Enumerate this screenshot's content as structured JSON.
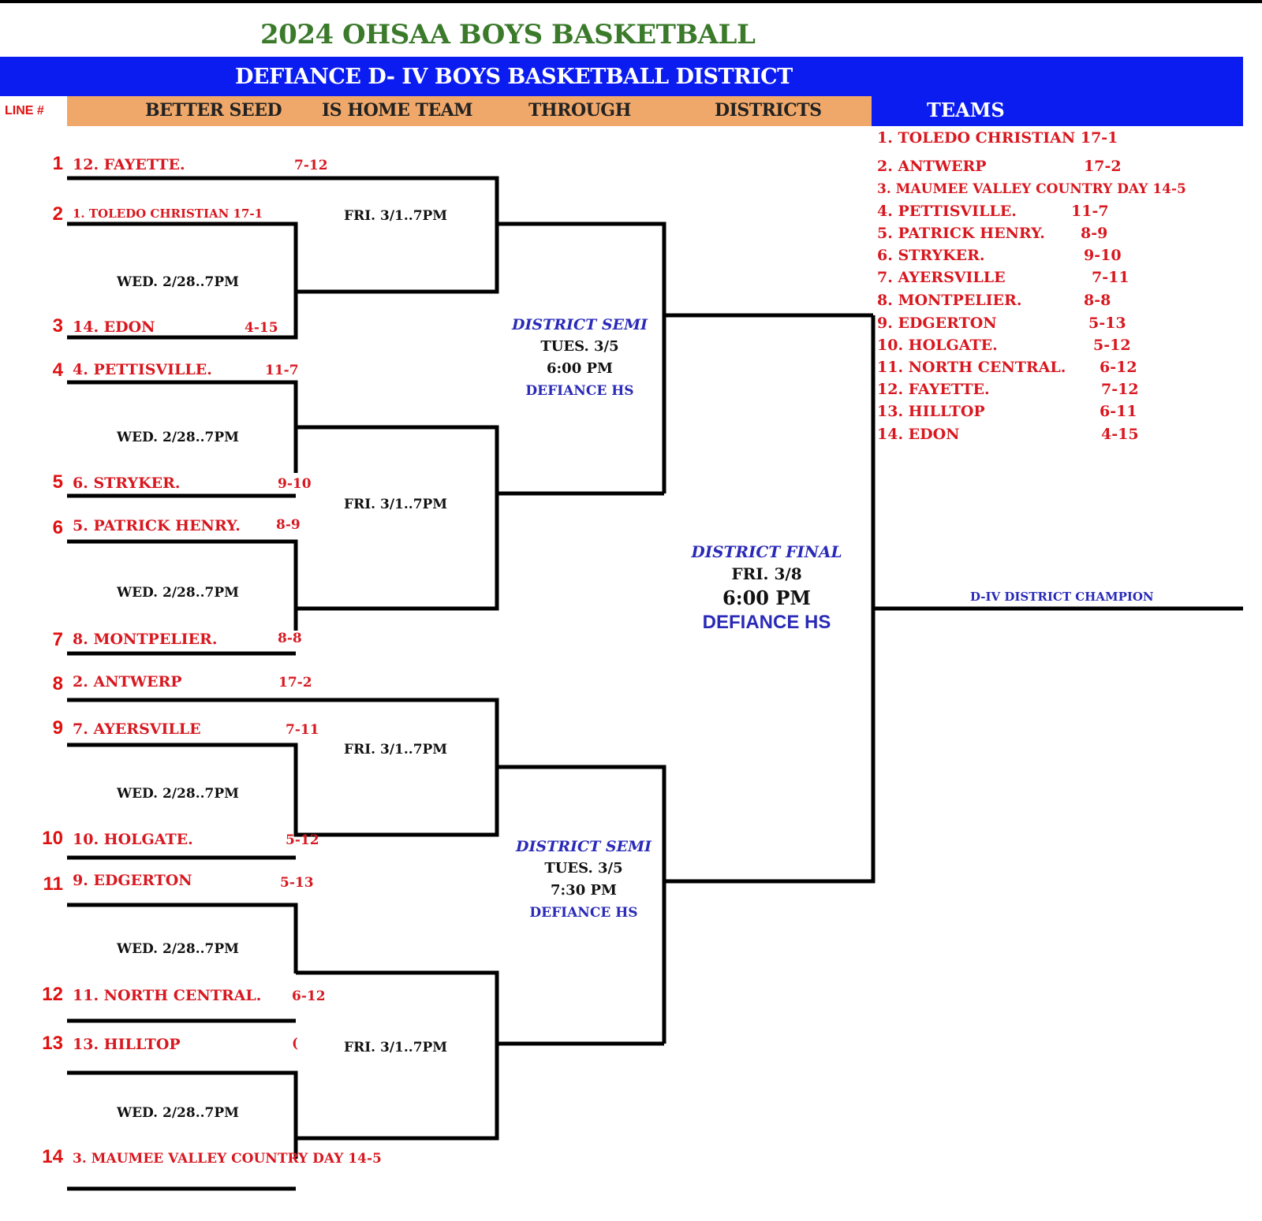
{
  "title": "2024 OHSAA  BOYS BASKETBALL",
  "subtitle": "DEFIANCE  D- IV  BOYS BASKETBALL DISTRICT",
  "header": {
    "line_label": "LINE #",
    "cols": [
      "BETTER SEED",
      "IS HOME TEAM",
      "THROUGH",
      "DISTRICTS"
    ],
    "teams_label": "TEAMS"
  },
  "lines": [
    {
      "num": "1",
      "team": "12.  FAYETTE.",
      "record": "7-12"
    },
    {
      "num": "2",
      "team": "1.  TOLEDO CHRISTIAN 17-1",
      "record": ""
    },
    {
      "num": "3",
      "team": "14.  EDON",
      "record": "4-15"
    },
    {
      "num": "4",
      "team": "4.  PETTISVILLE.",
      "record": "11-7"
    },
    {
      "num": "5",
      "team": "6.  STRYKER.",
      "record": "9-10"
    },
    {
      "num": "6",
      "team": "5.  PATRICK HENRY.",
      "record": "8-9"
    },
    {
      "num": "7",
      "team": "8.  MONTPELIER.",
      "record": "8-8"
    },
    {
      "num": "8",
      "team": "2.  ANTWERP",
      "record": "17-2"
    },
    {
      "num": "9",
      "team": "7.  AYERSVILLE",
      "record": "7-11"
    },
    {
      "num": "10",
      "team": "10. HOLGATE.",
      "record": "5-12"
    },
    {
      "num": "11",
      "team": "9.  EDGERTON",
      "record": "5-13"
    },
    {
      "num": "12",
      "team": "11.  NORTH CENTRAL.",
      "record": "6-12"
    },
    {
      "num": "13",
      "team": "13.  HILLTOP",
      "record": "("
    },
    {
      "num": "14",
      "team": "3.  MAUMEE VALLEY COUNTRY DAY  14-5",
      "record": ""
    }
  ],
  "games": {
    "wed": "WED. 2/28..7PM",
    "fri": "FRI. 3/1..7PM"
  },
  "semi1": {
    "title": "DISTRICT SEMI",
    "date": "TUES. 3/5",
    "time": "6:00 PM",
    "venue": "DEFIANCE HS"
  },
  "semi2": {
    "title": "DISTRICT SEMI",
    "date": "TUES. 3/5",
    "time": "7:30 PM",
    "venue": "DEFIANCE HS"
  },
  "final": {
    "title": "DISTRICT FINAL",
    "date": "FRI. 3/8",
    "time": "6:00 PM",
    "venue": "DEFIANCE HS"
  },
  "champion_label": "D-IV DISTRICT CHAMPION",
  "teams": [
    {
      "name": "1.  TOLEDO CHRISTIAN",
      "record": "17-1"
    },
    {
      "name": "2.  ANTWERP",
      "record": "17-2"
    },
    {
      "name": "3.  MAUMEE VALLEY COUNTRY DAY",
      "record": "14-5"
    },
    {
      "name": "4.  PETTISVILLE.",
      "record": "11-7"
    },
    {
      "name": "5.  PATRICK HENRY.",
      "record": "8-9"
    },
    {
      "name": "6.  STRYKER.",
      "record": "9-10"
    },
    {
      "name": "7.  AYERSVILLE",
      "record": "7-11"
    },
    {
      "name": "8.  MONTPELIER.",
      "record": "8-8"
    },
    {
      "name": "9.  EDGERTON",
      "record": "5-13"
    },
    {
      "name": "10. HOLGATE.",
      "record": "5-12"
    },
    {
      "name": "11.  NORTH CENTRAL.",
      "record": "6-12"
    },
    {
      "name": "12.  FAYETTE.",
      "record": "7-12"
    },
    {
      "name": "13.  HILLTOP",
      "record": "6-11"
    },
    {
      "name": "14.  EDON",
      "record": "4-15"
    }
  ]
}
